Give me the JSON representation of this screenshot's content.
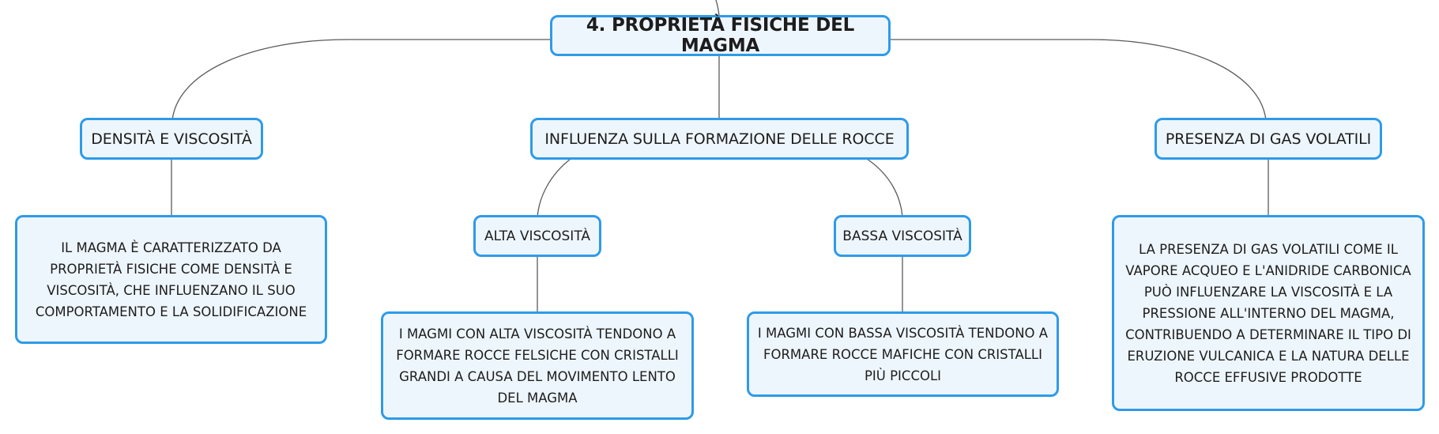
{
  "colors": {
    "node_border": "#2e9be8",
    "node_fill": "#eef6fd",
    "connector": "#5a5a5a",
    "text": "#1d1d1d"
  },
  "root": {
    "label": "4. PROPRIETÀ FISICHE DEL MAGMA"
  },
  "branches": {
    "density": {
      "label": "DENSITÀ E VISCOSITÀ",
      "description": "IL MAGMA È CARATTERIZZATO DA PROPRIETÀ FISICHE COME DENSITÀ E VISCOSITÀ, CHE INFLUENZANO IL SUO COMPORTAMENTO E LA SOLIDIFICAZIONE"
    },
    "rocks": {
      "label": "INFLUENZA SULLA FORMAZIONE DELLE ROCCE",
      "high": {
        "label": "ALTA VISCOSITÀ",
        "description": "I MAGMI CON ALTA VISCOSITÀ TENDONO A FORMARE ROCCE FELSICHE CON CRISTALLI GRANDI A CAUSA DEL MOVIMENTO LENTO DEL MAGMA"
      },
      "low": {
        "label": "BASSA VISCOSITÀ",
        "description": "I MAGMI CON BASSA VISCOSITÀ TENDONO A FORMARE ROCCE MAFICHE CON CRISTALLI PIÙ PICCOLI"
      }
    },
    "gas": {
      "label": "PRESENZA DI GAS VOLATILI",
      "description": "LA PRESENZA DI GAS VOLATILI COME IL VAPORE ACQUEO E L'ANIDRIDE CARBONICA PUÒ INFLUENZARE LA VISCOSITÀ E LA PRESSIONE ALL'INTERNO DEL MAGMA, CONTRIBUENDO A DETERMINARE IL TIPO DI ERUZIONE VULCANICA E LA NATURA DELLE ROCCE EFFUSIVE PRODOTTE"
    }
  }
}
